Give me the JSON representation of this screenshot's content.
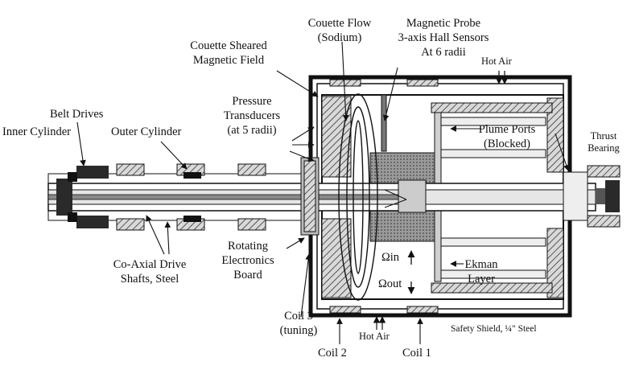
{
  "labels": {
    "belt_drives": "Belt Drives",
    "inner_cylinder": "Inner Cylinder",
    "outer_cylinder": "Outer Cylinder",
    "couette_sheared_1": "Couette Sheared",
    "couette_sheared_2": "Magnetic Field",
    "couette_flow_1": "Couette Flow",
    "couette_flow_2": "(Sodium)",
    "magnetic_probe_1": "Magnetic Probe",
    "magnetic_probe_2": "3-axis Hall Sensors",
    "magnetic_probe_3": "At 6 radii",
    "hot_air_top": "Hot Air",
    "pressure_1": "Pressure",
    "pressure_2": "Transducers",
    "pressure_3": "(at 5 radii)",
    "plume_1": "Plume Ports",
    "plume_2": "(Blocked)",
    "thrust_1": "Thrust",
    "thrust_2": "Bearing",
    "rotating_1": "Rotating",
    "rotating_2": "Electronics",
    "rotating_3": "Board",
    "coaxial_1": "Co-Axial Drive",
    "coaxial_2": "Shafts, Steel",
    "omega_in": "Ωin",
    "omega_out": "Ωout",
    "ekman_1": "Ekman",
    "ekman_2": "Layer",
    "coil3_1": "Coil 3",
    "coil3_2": "(tuning)",
    "coil2": "Coil 2",
    "hot_air_bottom": "Hot Air",
    "coil1": "Coil 1",
    "safety_shield": "Safety Shield, ¼\" Steel"
  },
  "colors": {
    "ink": "#111111",
    "hatch": "#555555",
    "steel_dark": "#2a2a2a",
    "steel_mid": "#8a8a8a",
    "steel_light": "#cfcfcf",
    "background": "#ffffff"
  }
}
